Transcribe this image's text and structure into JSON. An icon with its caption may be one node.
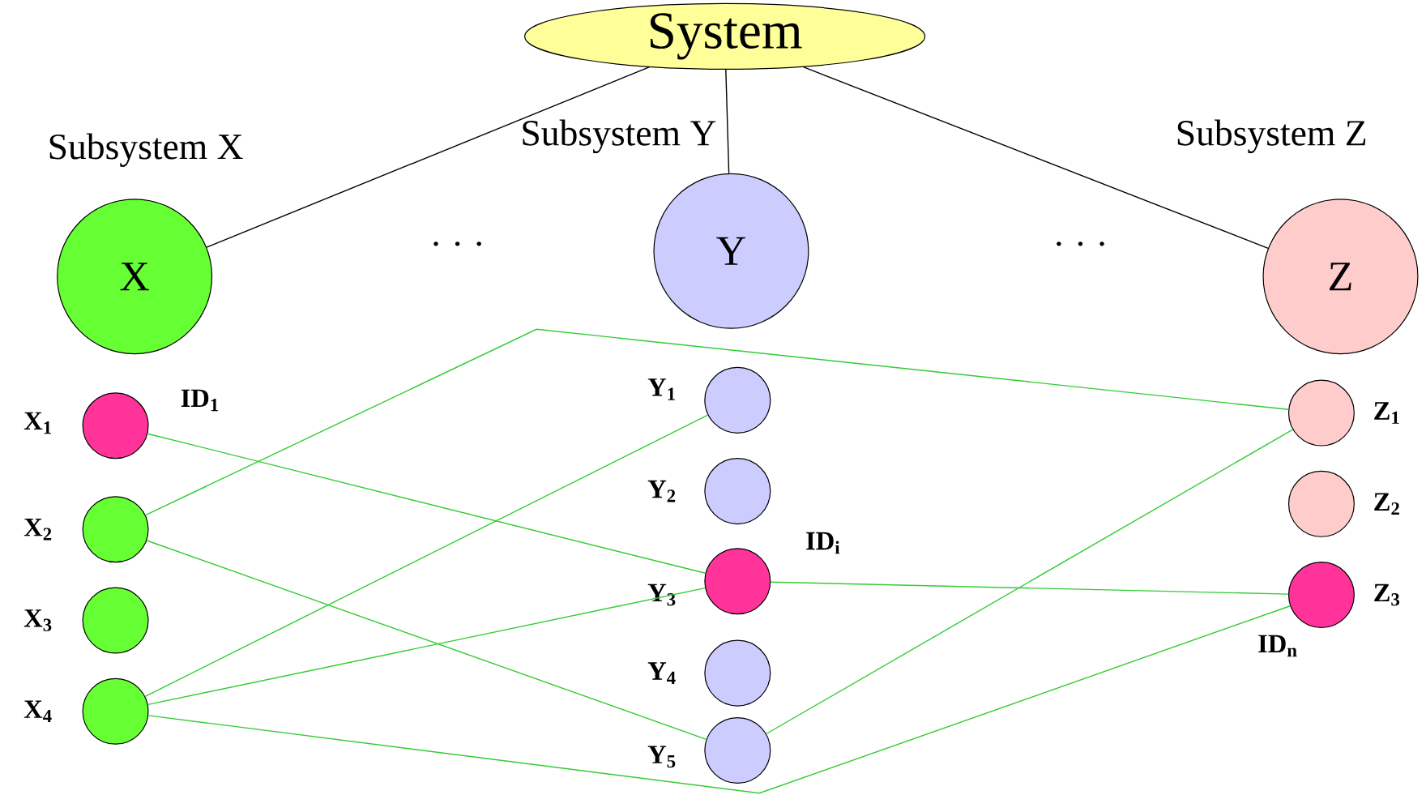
{
  "diagram": {
    "nodes": [
      {
        "text": [
          "System"
        ]
      },
      {
        "text": [
          "X"
        ],
        "beside": [
          "Subsystem X"
        ]
      },
      {
        "text": [
          "Y"
        ],
        "beside": [
          "Subsystem Y"
        ]
      },
      {
        "text": [
          "Z"
        ],
        "beside": [
          "Subsystem Z"
        ]
      },
      {
        "text": [],
        "shape": "circle",
        "beside": [
          "X$_{1}$",
          "ID$_{1}$"
        ]
      },
      {
        "text": [],
        "shape": "circle",
        "beside": [
          "X$_{2}$"
        ]
      },
      {
        "text": [],
        "shape": "circle",
        "beside": [
          "X$_{3}$"
        ]
      },
      {
        "text": [],
        "shape": "circle",
        "beside": [
          "X$_{4}$"
        ]
      },
      {
        "text": [],
        "shape": "circle",
        "beside": [
          "Y$_{1}$"
        ]
      },
      {
        "text": [],
        "shape": "circle",
        "beside": [
          "Y$_{2}$"
        ]
      },
      {
        "text": [],
        "shape": "circle",
        "beside": [
          "Y$_{3}$",
          "ID$_{i}$"
        ]
      },
      {
        "text": [],
        "shape": "circle",
        "beside": [
          "Y$_{4}$"
        ]
      },
      {
        "text": [],
        "shape": "circle",
        "beside": [
          "Y$_{5}$"
        ]
      },
      {
        "text": [],
        "shape": "circle",
        "beside": [
          "Z$_{1}$"
        ]
      },
      {
        "text": [],
        "shape": "circle",
        "beside": [
          "Z$_{2}$"
        ]
      },
      {
        "text": [],
        "shape": "circle",
        "beside": [
          "Z$_{3}$",
          "ID$_{n}$"
        ]
      }
    ],
    "edges": [
      {
        "from": 0,
        "to": 1,
        "arrow": "none",
        "color": "#000000"
      },
      {
        "from": 0,
        "to": 2,
        "arrow": "none",
        "color": "#000000"
      },
      {
        "from": 0,
        "to": 3,
        "arrow": "none",
        "color": "#000000"
      },
      {
        "from": 4,
        "to": 10,
        "arrow": "none"
      },
      {
        "from": 5,
        "to": 13,
        "arrow": "none"
      },
      {
        "from": 5,
        "to": 12,
        "arrow": "none"
      },
      {
        "from": 7,
        "to": 8,
        "arrow": "none"
      },
      {
        "from": 7,
        "to": 10,
        "arrow": "none"
      },
      {
        "from": 7,
        "to": 15,
        "arrow": "none"
      },
      {
        "from": 10,
        "to": 15,
        "arrow": "none"
      },
      {
        "from": 12,
        "to": 13,
        "arrow": "none"
      }
    ],
    "labels": [
      ". . .",
      ". . ."
    ]
  }
}
